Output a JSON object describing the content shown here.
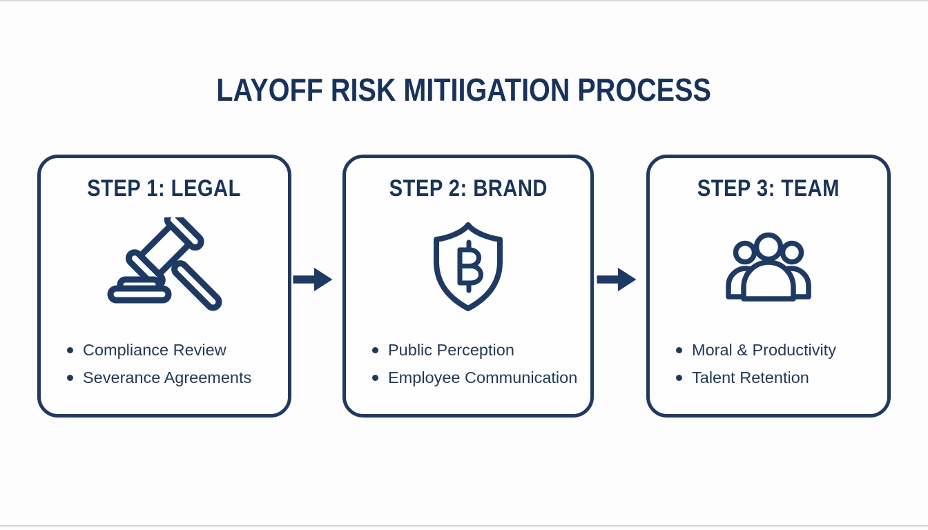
{
  "title": "LAYOFF RISK MITIIGATION PROCESS",
  "colors": {
    "navy": "#1d3a64",
    "heading_navy": "#17345f",
    "background": "#fdfdfe"
  },
  "steps": [
    {
      "heading": "STEP 1: LEGAL",
      "icon": "gavel-icon",
      "bullets": [
        "Compliance Review",
        "Severance Agreements"
      ]
    },
    {
      "heading": "STEP 2: BRAND",
      "icon": "shield-bitcoin-icon",
      "bullets": [
        "Public Perception",
        "Employee Communication"
      ]
    },
    {
      "heading": "STEP 3: TEAM",
      "icon": "team-people-icon",
      "bullets": [
        "Moral & Productivity",
        "Talent Retention"
      ]
    }
  ],
  "connectors": [
    "arrow-right",
    "arrow-right"
  ]
}
